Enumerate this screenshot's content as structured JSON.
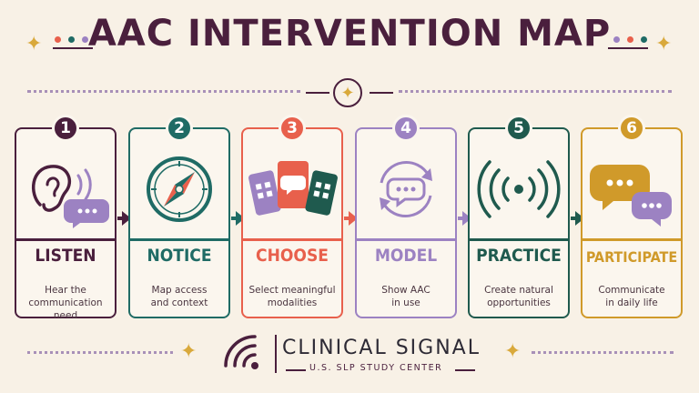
{
  "title": "AAC INTERVENTION MAP",
  "colors": {
    "plum": "#4a1f3d",
    "teal": "#1f6b65",
    "coral": "#e8604c",
    "lavender": "#9c82c2",
    "green": "#1f5a4e",
    "gold": "#d09a2a"
  },
  "steps": [
    {
      "number": "1",
      "title": "LISTEN",
      "desc": "Hear the\ncommunication need",
      "icon": "ear-icon"
    },
    {
      "number": "2",
      "title": "NOTICE",
      "desc": "Map access\nand context",
      "icon": "compass-icon"
    },
    {
      "number": "3",
      "title": "CHOOSE",
      "desc": "Select meaningful\nmodalities",
      "icon": "device-cards-icon"
    },
    {
      "number": "4",
      "title": "MODEL",
      "desc": "Show AAC\nin use",
      "icon": "cycle-speech-icon"
    },
    {
      "number": "5",
      "title": "PRACTICE",
      "desc": "Create natural\nopportunities",
      "icon": "signal-waves-icon"
    },
    {
      "number": "6",
      "title": "PARTICIPATE",
      "desc": "Communicate\nin daily life",
      "icon": "speech-bubbles-icon"
    }
  ],
  "footer": {
    "brand": "CLINICAL SIGNAL",
    "tagline": "U.S. SLP STUDY CENTER"
  }
}
